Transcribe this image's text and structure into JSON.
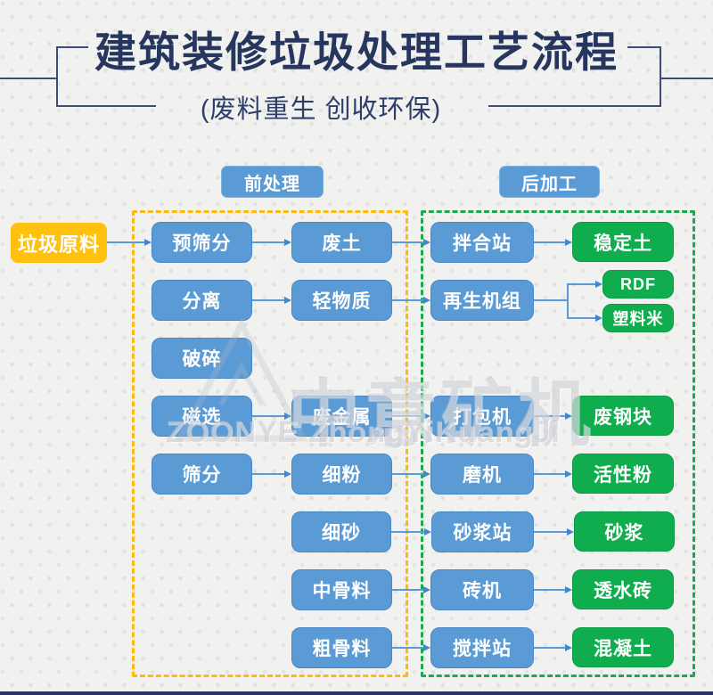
{
  "header": {
    "title": "建筑装修垃圾处理工艺流程",
    "subtitle": "(废料重生 创收环保)"
  },
  "sections": {
    "pre_label": "前处理",
    "post_label": "后加工"
  },
  "source_label": "垃圾原料",
  "nodes": {
    "yushaifen": "预筛分",
    "feitu": "废土",
    "banhezhan": "拌合站",
    "wendingtu": "稳定土",
    "fenli": "分离",
    "qingwuzhi": "轻物质",
    "zaishengjizu": "再生机组",
    "rdf": "RDF",
    "suliaomi": "塑料米",
    "posui": "破碎",
    "cixuan": "磁选",
    "feijinshu": "废金属",
    "dabaoji": "打包机",
    "feigangkuai": "废钢块",
    "shaifen": "筛分",
    "xifen": "细粉",
    "moji": "磨机",
    "huoxingfen": "活性粉",
    "xisha": "细砂",
    "shajiangzhan": "砂浆站",
    "shajiang": "砂浆",
    "zhongguliao": "中骨料",
    "zhuanji": "砖机",
    "toushuizhuan": "透水砖",
    "cuguliao": "粗骨料",
    "jiaobanzhan": "搅拌站",
    "hunningtu": "混凝土"
  },
  "edges": [
    {
      "from": "垃圾原料",
      "to": "预筛分"
    },
    {
      "from": "预筛分",
      "to": "废土"
    },
    {
      "from": "废土",
      "to": "拌合站"
    },
    {
      "from": "拌合站",
      "to": "稳定土"
    },
    {
      "from": "分离",
      "to": "轻物质"
    },
    {
      "from": "轻物质",
      "to": "再生机组"
    },
    {
      "from": "再生机组",
      "to": "RDF"
    },
    {
      "from": "再生机组",
      "to": "塑料米"
    },
    {
      "from": "磁选",
      "to": "废金属"
    },
    {
      "from": "废金属",
      "to": "打包机"
    },
    {
      "from": "打包机",
      "to": "废钢块"
    },
    {
      "from": "筛分",
      "to": "细粉"
    },
    {
      "from": "细粉",
      "to": "磨机"
    },
    {
      "from": "磨机",
      "to": "活性粉"
    },
    {
      "from": "细砂",
      "to": "砂浆站"
    },
    {
      "from": "砂浆站",
      "to": "砂浆"
    },
    {
      "from": "中骨料",
      "to": "砖机"
    },
    {
      "from": "砖机",
      "to": "透水砖"
    },
    {
      "from": "粗骨料",
      "to": "搅拌站"
    },
    {
      "from": "搅拌站",
      "to": "混凝土"
    }
  ],
  "watermark": {
    "latin": "ZOONYE ZhongYiKuangJi",
    "cjk": "中意矿机"
  },
  "colors": {
    "title_navy": "#27365e",
    "process_blue": "#5b9bd5",
    "product_green": "#10ad4f",
    "source_yellow": "#ffc00e",
    "dashed_yellow": "#ffbb0c",
    "dashed_green": "#1aa850",
    "arrow_blue": "#3f87d0"
  }
}
